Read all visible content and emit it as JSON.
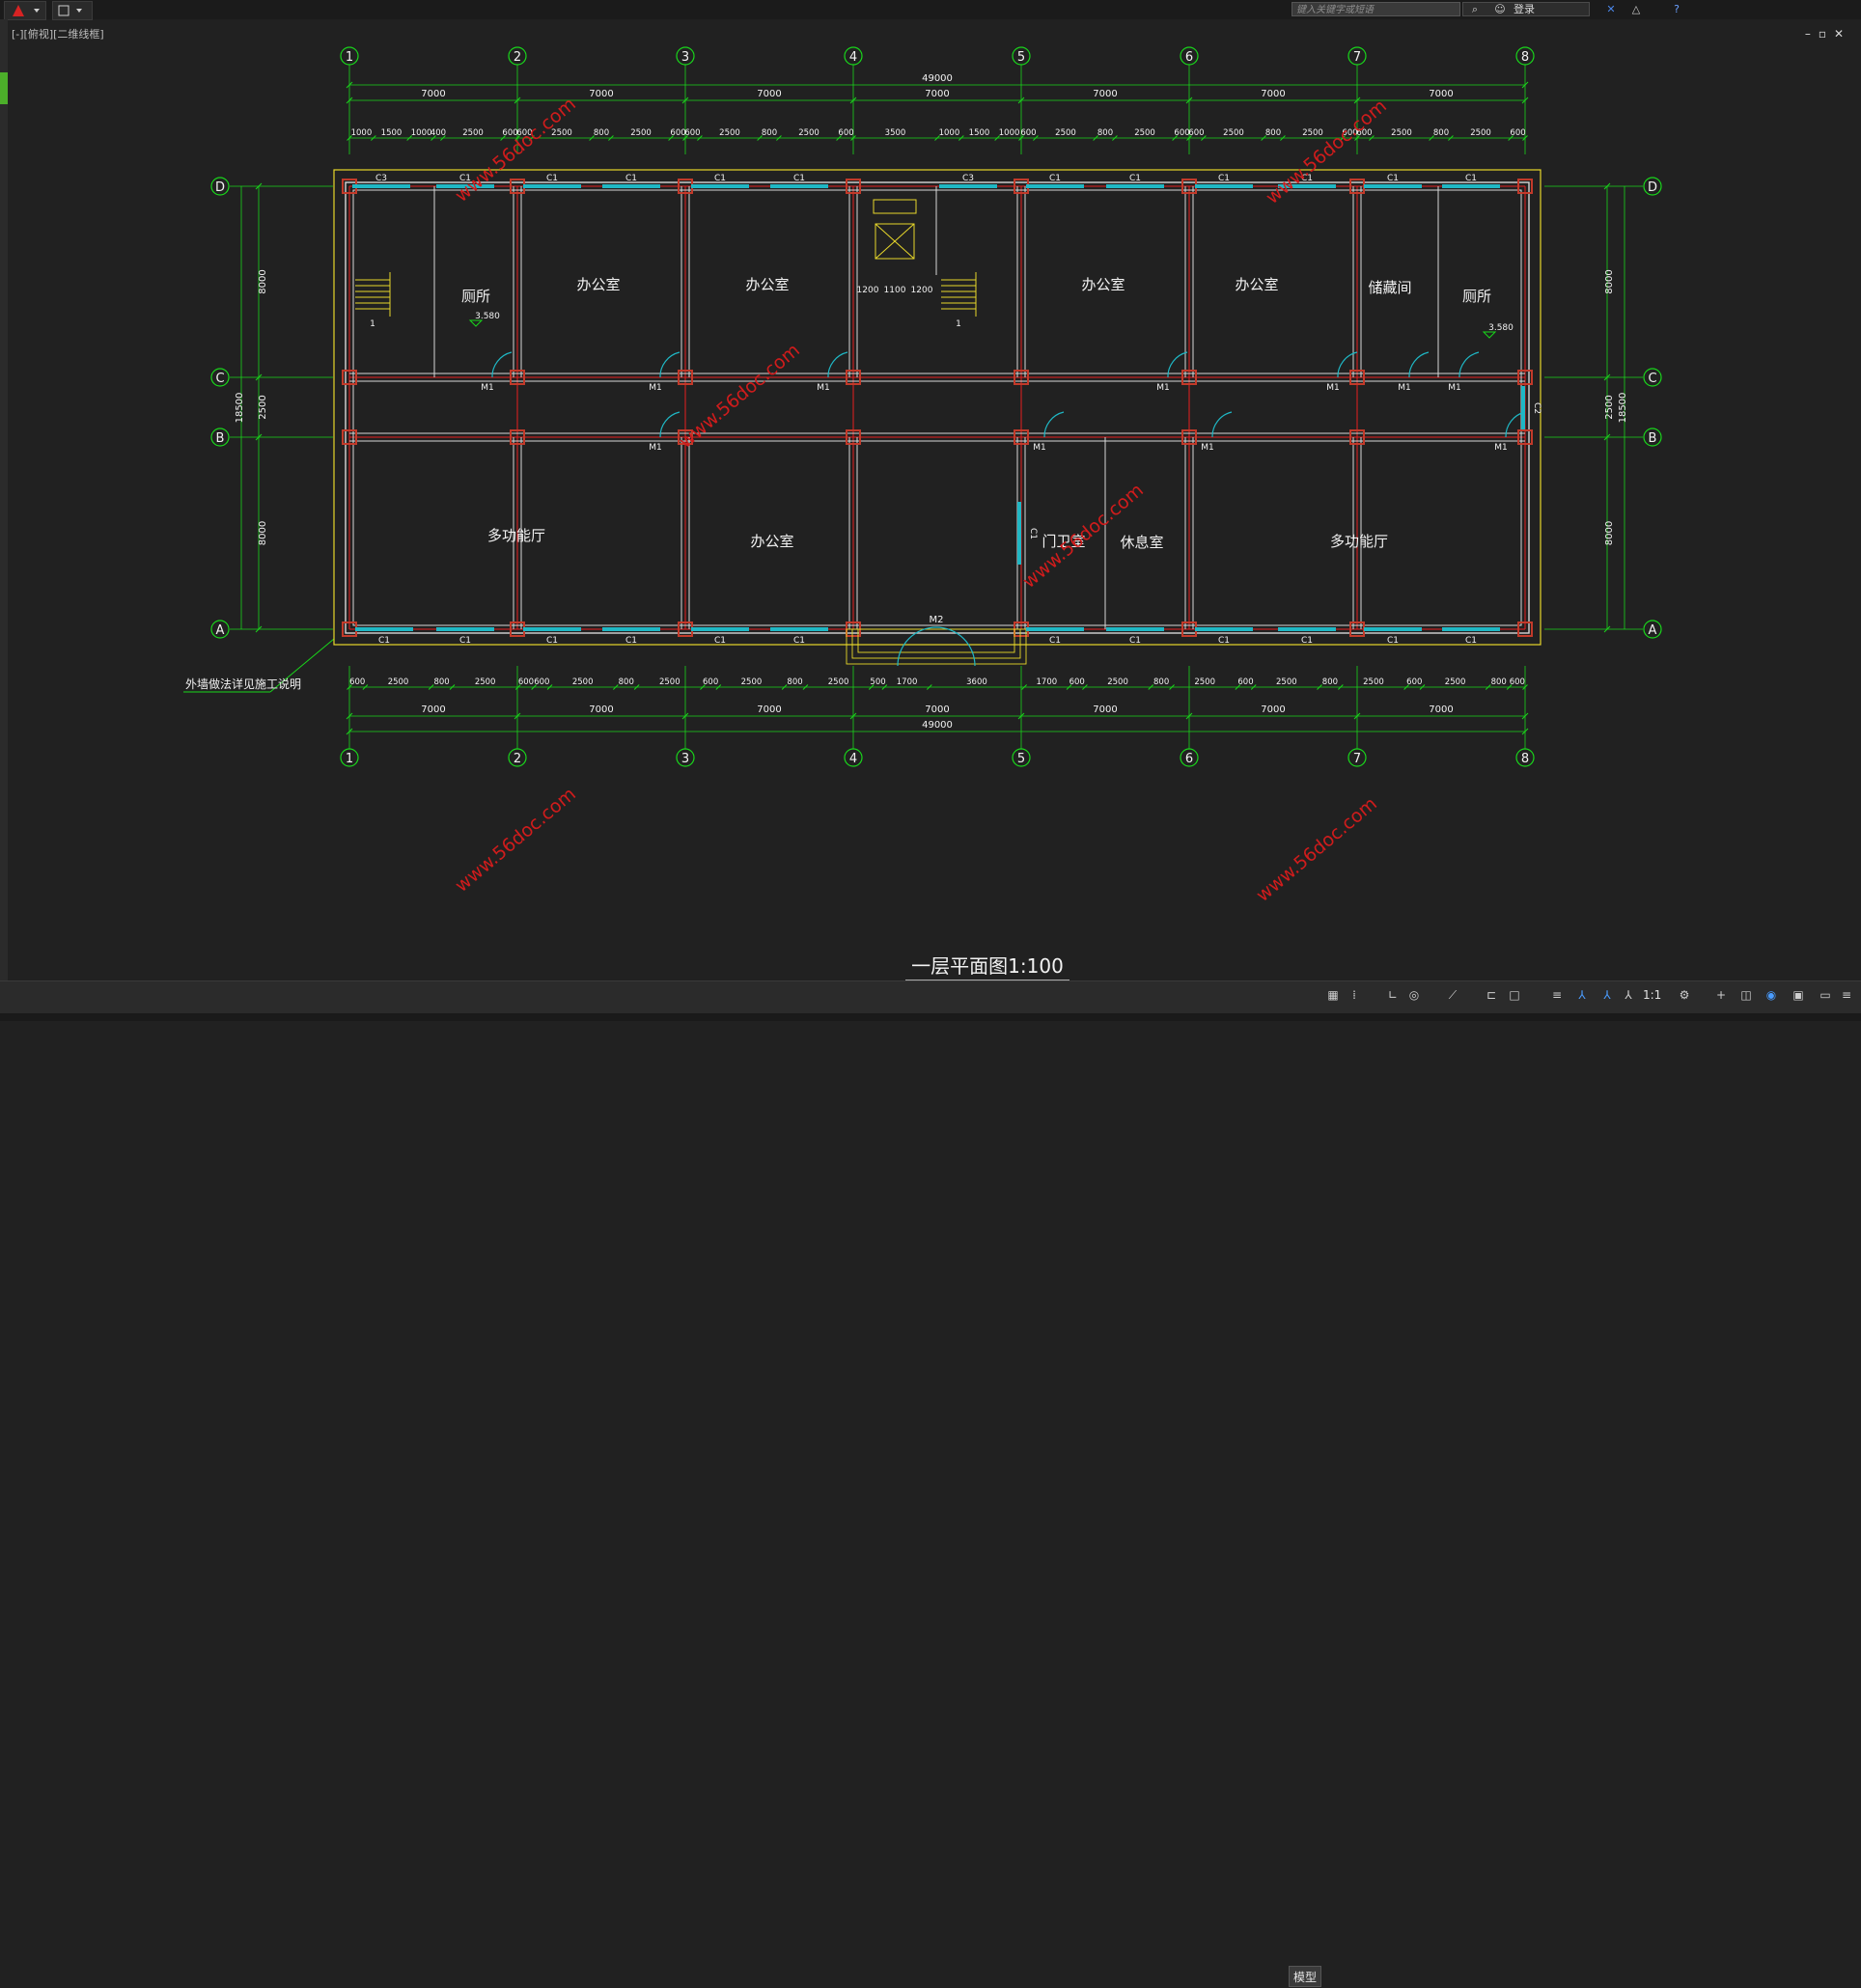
{
  "app": {
    "viewport_label": "[-][俯视][二维线框]",
    "search_placeholder": "键入关键字或短语",
    "login_label": "登录",
    "window_controls": "–▫✕"
  },
  "drawing": {
    "title": "一层平面图1:100",
    "note": "外墙做法详见施工说明",
    "axes_x": [
      "1",
      "2",
      "3",
      "4",
      "5",
      "6",
      "7",
      "8"
    ],
    "axes_y": [
      "D",
      "C",
      "B",
      "A"
    ],
    "total_width": "49000",
    "total_depth": "18500",
    "bay_dim": "7000",
    "top_detail_dims": [
      "1000",
      "1500",
      "1000",
      "400",
      "2500",
      "600",
      "600",
      "2500",
      "800",
      "2500",
      "600",
      "600",
      "2500",
      "800",
      "2500",
      "600",
      "3500",
      "1000",
      "1500",
      "1000",
      "600",
      "2500",
      "800",
      "2500",
      "600",
      "600",
      "2500",
      "800",
      "2500",
      "600",
      "600",
      "2500",
      "800",
      "2500",
      "600"
    ],
    "bottom_detail_dims": [
      "600",
      "2500",
      "800",
      "2500",
      "600",
      "600",
      "2500",
      "800",
      "2500",
      "600",
      "2500",
      "800",
      "2500",
      "500",
      "1700",
      "3600",
      "1700",
      "600",
      "2500",
      "800",
      "2500",
      "600",
      "2500",
      "800",
      "2500",
      "600",
      "2500",
      "800",
      "600"
    ],
    "side_dims_left": [
      "8000",
      "2500",
      "8000"
    ],
    "side_dims_right": [
      "8000",
      "2500",
      "8000"
    ],
    "rooms": [
      {
        "label": "厕所"
      },
      {
        "label": "办公室"
      },
      {
        "label": "办公室"
      },
      {
        "label": "办公室"
      },
      {
        "label": "办公室"
      },
      {
        "label": "储藏间"
      },
      {
        "label": "厕所"
      },
      {
        "label": "多功能厅"
      },
      {
        "label": "办公室"
      },
      {
        "label": "门卫室"
      },
      {
        "label": "休息室"
      },
      {
        "label": "多功能厅"
      }
    ],
    "elevation_left": "3.580",
    "elevation_right": "3.580",
    "door_labels": [
      "M1",
      "M1",
      "M1",
      "M1",
      "M1",
      "M1",
      "M1",
      "M1",
      "M1",
      "M1",
      "M1",
      "M2"
    ],
    "window_labels_top": [
      "C3",
      "C1",
      "C1",
      "C1",
      "C1",
      "C1",
      "C3",
      "C1",
      "C1",
      "C1",
      "C1",
      "C1",
      "C1"
    ],
    "window_labels_bottom": [
      "C1",
      "C1",
      "C1",
      "C1",
      "C1",
      "C1",
      "C1",
      "C1",
      "C1",
      "C1",
      "C1",
      "C1"
    ],
    "stair_label": "1",
    "stair_dims": [
      "1200",
      "1100",
      "1200"
    ],
    "watermark": "www.56doc.com",
    "side_window": "C2",
    "guard_window": "C1"
  },
  "colors": {
    "background": "#212121",
    "dimension": "#19d61b",
    "grid": "#e81e1e",
    "wall": "#d8d8d8",
    "outline": "#e8d82a",
    "window": "#1fb7c4",
    "text": "#f2f2f2",
    "watermark": "#d01c1c",
    "column": "#c23a2a"
  },
  "statusbar": {
    "model_tab": "模型",
    "scale": "1:1"
  }
}
